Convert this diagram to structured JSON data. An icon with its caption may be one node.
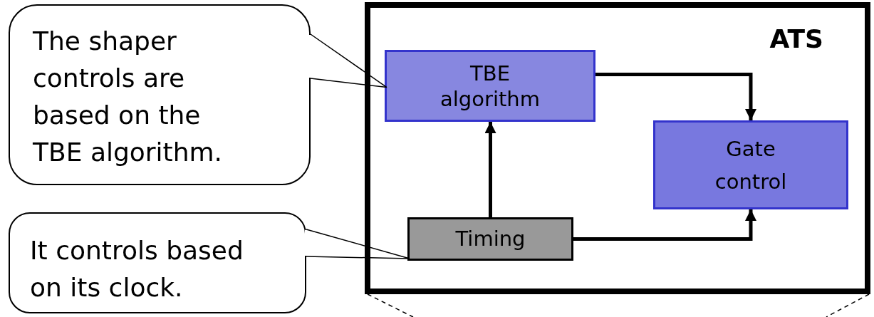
{
  "diagram": {
    "nodes": [
      {
        "text": [
          "ATS"
        ]
      },
      {
        "text": [
          "TBE algorithm"
        ],
        "in": 0
      },
      {
        "text": [
          "Gate control"
        ],
        "in": 0
      },
      {
        "text": [
          "Timing"
        ],
        "in": 0
      },
      {
        "text": [
          "The shaper controls are based on the TBE algorithm."
        ]
      },
      {
        "text": [
          "It controls based on its clock."
        ]
      }
    ],
    "edges": [
      {
        "from": 1,
        "to": 2,
        "arrow": "to"
      },
      {
        "from": 3,
        "to": 1,
        "arrow": "to"
      },
      {
        "from": 3,
        "to": 2,
        "arrow": "to"
      },
      {
        "from": 4,
        "to": 1,
        "arrow": "none"
      },
      {
        "from": 5,
        "to": 3,
        "arrow": "none"
      }
    ]
  }
}
